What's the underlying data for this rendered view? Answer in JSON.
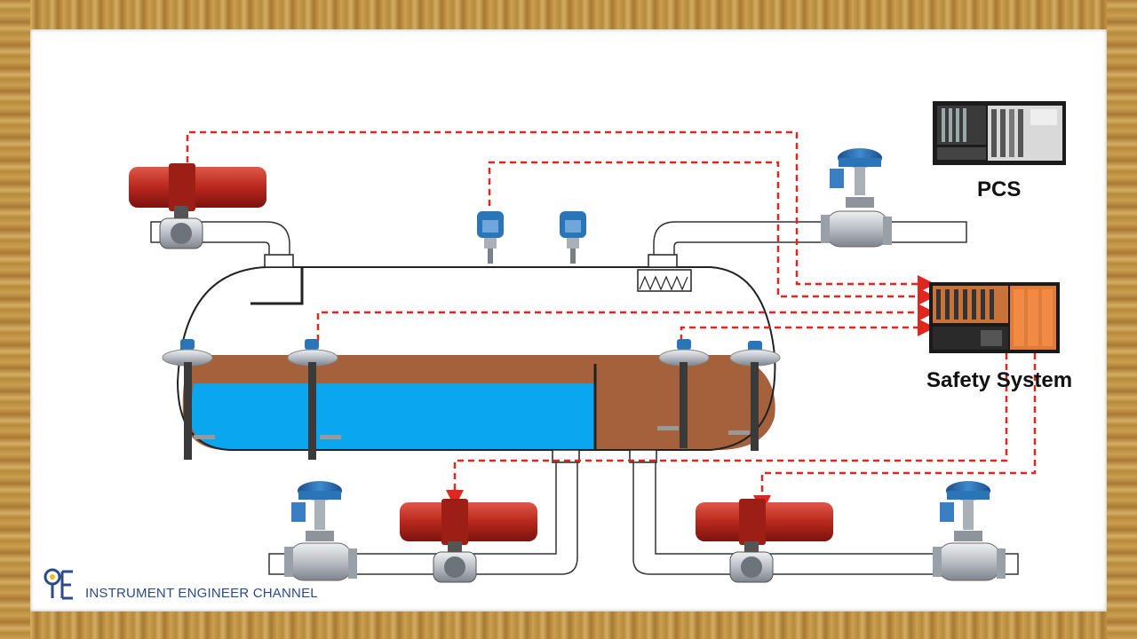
{
  "labels": {
    "pcs": "PCS",
    "safety_system": "Safety System"
  },
  "branding": {
    "logo_text": "IE",
    "channel_name": "INSTRUMENT ENGINEER CHANNEL"
  },
  "colors": {
    "signal_line": "#e0271f",
    "water": "#0aa7f0",
    "oil": "#a5603c",
    "actuator_red": "#c83226",
    "positioner_blue": "#2a74b8",
    "valve_body": "#c9ced4",
    "frame_wood": "#c9a052",
    "brand_blue": "#2c4a8c"
  },
  "icons": [
    "pcs-cabinet-icon",
    "safety-system-cabinet-icon",
    "control-valve-icon",
    "shutdown-valve-icon",
    "pressure-transmitter-icon",
    "level-transmitter-icon"
  ]
}
